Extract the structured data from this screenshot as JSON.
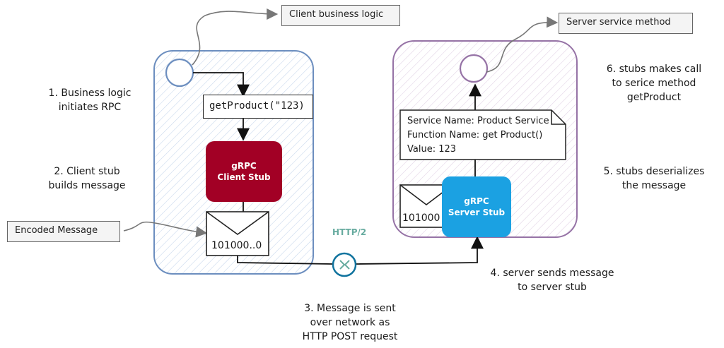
{
  "callouts": {
    "client_logic": "Client business logic",
    "server_method": "Server service method",
    "encoded_message": "Encoded Message"
  },
  "code": {
    "call": "getProduct(\"123)"
  },
  "stubs": {
    "client": {
      "line1": "gRPC",
      "line2": "Client Stub"
    },
    "server": {
      "line1": "gRPC",
      "line2": "Server Stub"
    }
  },
  "envelopes": {
    "client_payload": "101000..0",
    "server_payload": "101000"
  },
  "note": {
    "line1": "Service Name: Product Service",
    "line2": "Function Name: get Product()",
    "line3": "Value: 123"
  },
  "network": {
    "protocol": "HTTP/2"
  },
  "steps": {
    "s1": [
      "1. Business logic",
      "initiates RPC"
    ],
    "s2": [
      "2. Client stub",
      "builds message"
    ],
    "s3": [
      "3. Message is sent",
      "over network as",
      "HTTP POST request"
    ],
    "s4": [
      "4. server sends message",
      "to server stub"
    ],
    "s5": [
      "5. stubs deserializes",
      "the message"
    ],
    "s6": [
      "6. stubs makes call",
      "to serice method",
      "getProduct"
    ]
  },
  "colors": {
    "client_border": "#6c8ebf",
    "server_border": "#9673a6",
    "client_stub": "#a20025",
    "server_stub": "#1ba1e2",
    "http": "#67ab9f"
  }
}
